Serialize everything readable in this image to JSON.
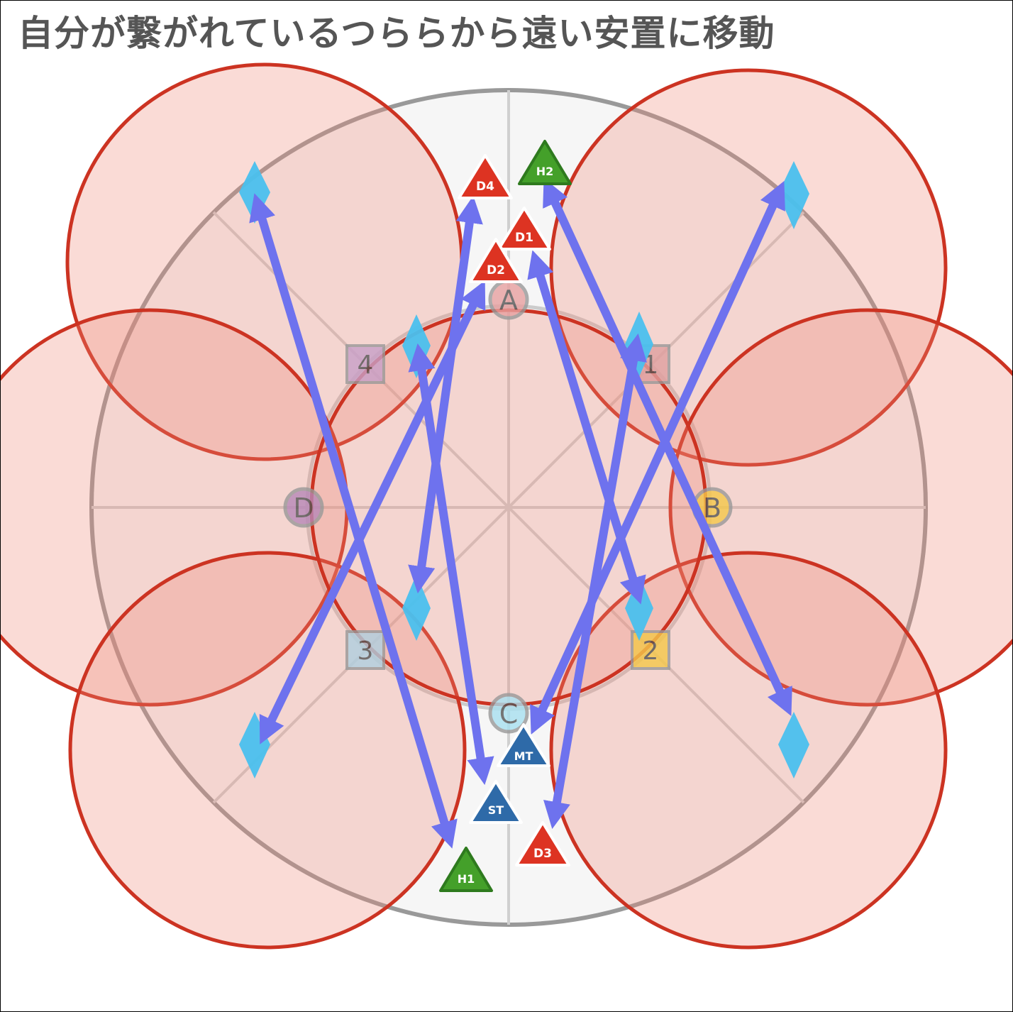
{
  "title": "自分が繋がれているつららから遠い安置に移動",
  "colors": {
    "circle_stroke": "#cc3322",
    "circle_fill": "#f08878",
    "arrow": "#6e72ee",
    "icicle": "#4ac0ee",
    "dps": "#dd3322",
    "healer": "#44a02a",
    "tank": "#2e6aa8",
    "waymark_A": "#e8a0a0",
    "waymark_B": "#f4c84a",
    "waymark_C": "#a8e0f0",
    "waymark_D": "#b888b8",
    "waymark_1": "#e0a0a0",
    "waymark_2": "#f4c84a",
    "waymark_3": "#b0d0e0",
    "waymark_4": "#c8a0c8"
  },
  "waymarks": {
    "A": "A",
    "B": "B",
    "C": "C",
    "D": "D",
    "n1": "1",
    "n2": "2",
    "n3": "3",
    "n4": "4"
  },
  "players": {
    "D1": "D1",
    "D2": "D2",
    "D3": "D3",
    "D4": "D4",
    "H1": "H1",
    "H2": "H2",
    "MT": "MT",
    "ST": "ST"
  }
}
